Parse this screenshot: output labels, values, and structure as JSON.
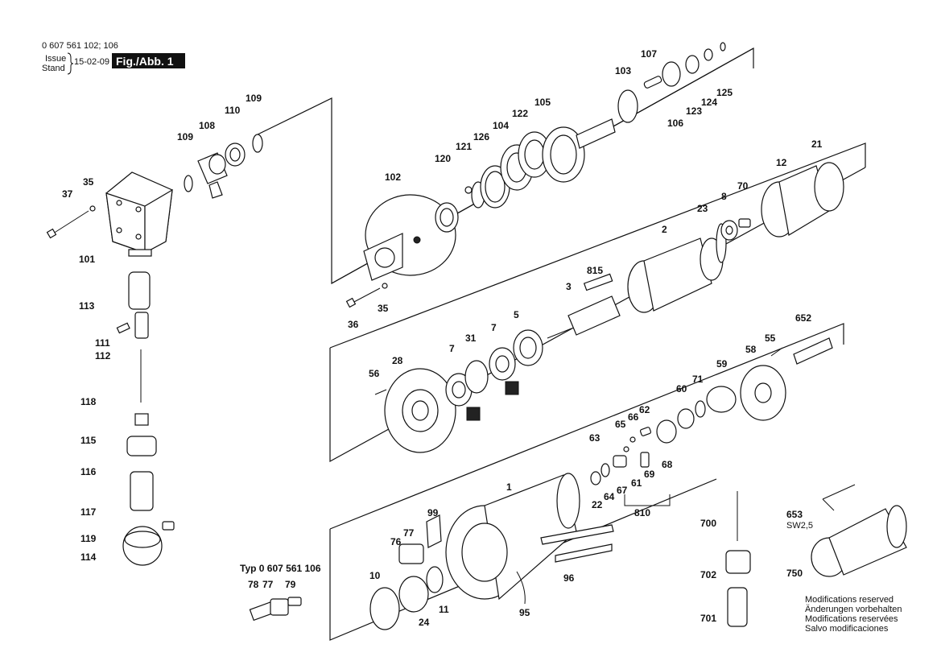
{
  "header": {
    "part_number": "0 607 561 102; 106",
    "issue_label": "Issue",
    "stand_label": "Stand",
    "date": "15-02-09",
    "figure": "Fig./Abb. 1"
  },
  "variant_label": "Typ 0 607 561 106",
  "tool_size": "SW2,5",
  "notes": [
    "Modifications reserved",
    "Änderungen vorbehalten",
    "Modifications reservées",
    "Salvo modificaciones"
  ],
  "labels": {
    "p37": "37",
    "p35a": "35",
    "p101": "101",
    "p109a": "109",
    "p108": "108",
    "p110": "110",
    "p109b": "109",
    "p113": "113",
    "p111": "111",
    "p112": "112",
    "p118": "118",
    "p115": "115",
    "p116": "116",
    "p117": "117",
    "p119": "119",
    "p114": "114",
    "p102": "102",
    "p120": "120",
    "p121": "121",
    "p126": "126",
    "p104": "104",
    "p122": "122",
    "p105": "105",
    "p103": "103",
    "p107": "107",
    "p106": "106",
    "p123": "123",
    "p124": "124",
    "p125": "125",
    "p36": "36",
    "p35b": "35",
    "p815": "815",
    "p3": "3",
    "p2": "2",
    "p23": "23",
    "p8": "8",
    "p70": "70",
    "p12": "12",
    "p21": "21",
    "p56": "56",
    "p28": "28",
    "p7a": "7",
    "p31": "31",
    "p7b": "7",
    "p5": "5",
    "p652": "652",
    "p55": "55",
    "p58": "58",
    "p59": "59",
    "p71": "71",
    "p60": "60",
    "p62": "62",
    "p66": "66",
    "p65": "65",
    "p63": "63",
    "p68": "68",
    "p69": "69",
    "p61": "61",
    "p67": "67",
    "p64": "64",
    "p22": "22",
    "p810": "810",
    "p1": "1",
    "p99": "99",
    "p76": "76",
    "p77": "77",
    "p96": "96",
    "p10": "10",
    "p24": "24",
    "p11": "11",
    "p95": "95",
    "p78": "78",
    "p77b": "77",
    "p79": "79",
    "p700": "700",
    "p702": "702",
    "p701": "701",
    "p653": "653",
    "p750": "750"
  }
}
